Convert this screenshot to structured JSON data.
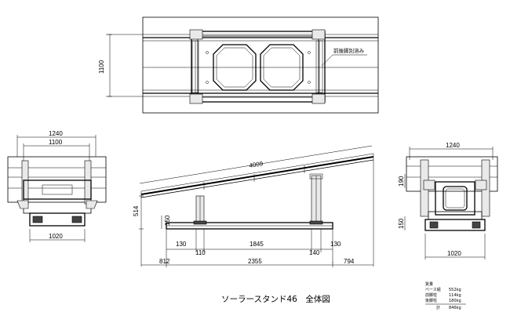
{
  "drawing_title": "ソーラースタンド46　全体図",
  "top_view": {
    "width_dim": "1100",
    "annotation": "前後脚別溶み"
  },
  "front_view": {
    "outer_dim": "1240",
    "inner_dim": "1100",
    "base_dim": "1020"
  },
  "side_view": {
    "rail_length": "4009",
    "height": "514",
    "post_small": "150",
    "offset_left": "130",
    "post_width_left": "110",
    "span_posts": "1845",
    "post_width_right": "140",
    "offset_right": "130",
    "overhang_left": "812",
    "span_base": "2355",
    "overhang_right": "794"
  },
  "rear_view": {
    "outer_dim": "1240",
    "upper_dim": "190",
    "lower_dim": "150",
    "base_dim": "1020"
  },
  "weight_table": {
    "header": "質量",
    "rows": [
      {
        "label": "ベース組",
        "value": "552kg"
      },
      {
        "label": "前脚柱",
        "value": "114kg"
      },
      {
        "label": "後脚柱",
        "value": "180kg"
      }
    ],
    "total_label": "計",
    "total_value": "846kg"
  }
}
